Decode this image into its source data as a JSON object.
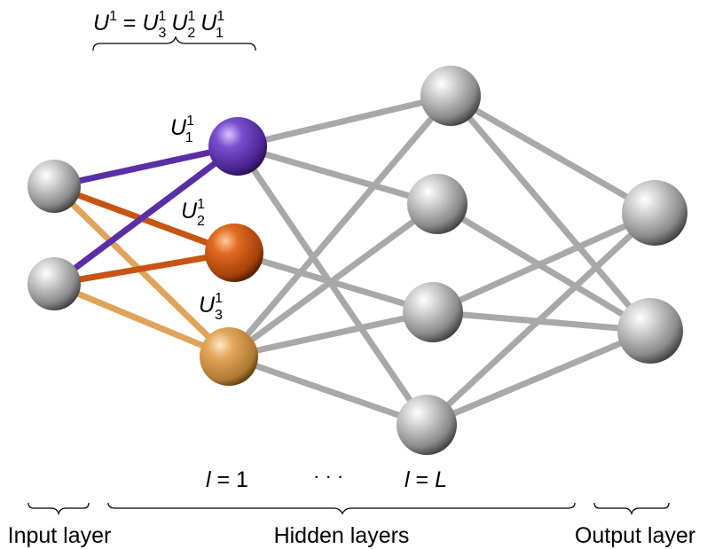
{
  "colors": {
    "purple": "#5a2ea6",
    "orange": "#c75412",
    "tan": "#e0a35a",
    "gray_edge": "#a8a8a8",
    "gray_node": "#9a9a9a"
  },
  "labels": {
    "top_formula": {
      "lhs": "U",
      "lhs_sup": "1",
      "eq": " = ",
      "t1": "U",
      "t1_sub": "3",
      "t1_sup": "1",
      "t2": "U",
      "t2_sub": "2",
      "t2_sup": "1",
      "t3": "U",
      "t3_sub": "1",
      "t3_sup": "1"
    },
    "u1": {
      "base": "U",
      "sub": "1",
      "sup": "1"
    },
    "u2": {
      "base": "U",
      "sub": "2",
      "sup": "1"
    },
    "u3": {
      "base": "U",
      "sub": "3",
      "sup": "1"
    },
    "l_first": {
      "var": "l",
      "rest": " = 1"
    },
    "dots": "· · ·",
    "l_last": {
      "var": "l",
      "eq": " = ",
      "val": "L"
    },
    "input_layer": "Input layer",
    "hidden_layers": "Hidden layers",
    "output_layer": "Output layer"
  }
}
